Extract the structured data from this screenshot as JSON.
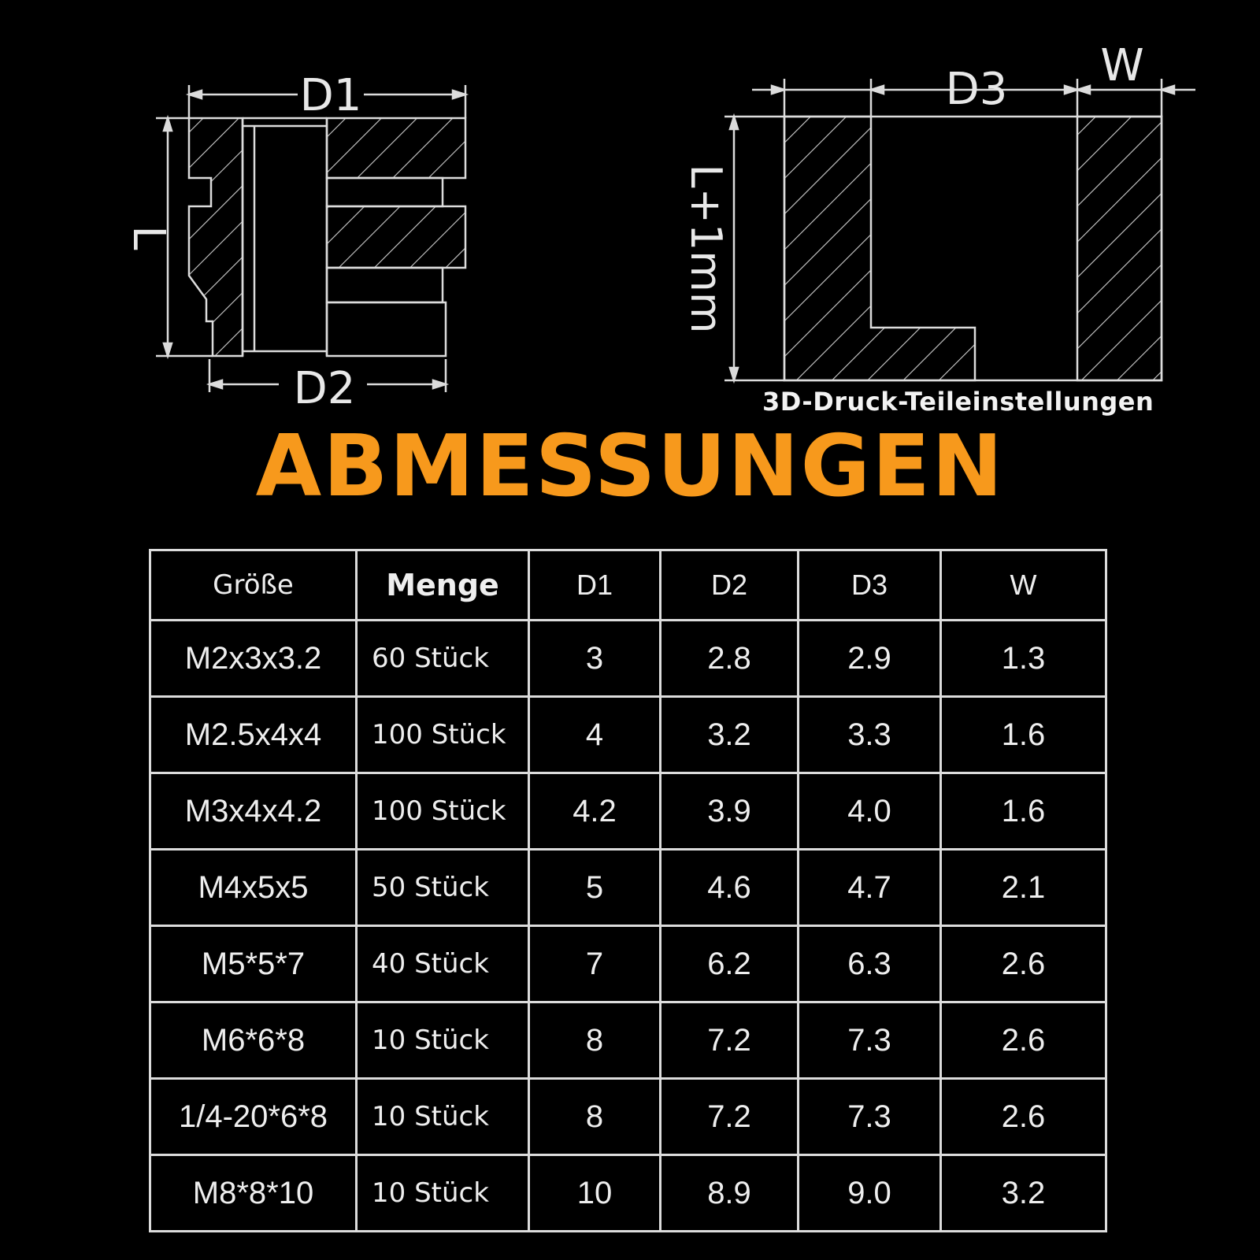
{
  "drawing_left": {
    "labels": {
      "d1": "D1",
      "d2": "D2",
      "l": "L"
    }
  },
  "drawing_right": {
    "labels": {
      "d3": "D3",
      "w": "W",
      "l1": "L+1mm"
    },
    "caption": "3D-Druck-Teileinstellungen"
  },
  "headline": "ABMESSUNGEN",
  "colors": {
    "background": "#000000",
    "accent": "#f7991c",
    "lines": "#dcdcdc"
  },
  "table": {
    "headers": [
      "Größe",
      "Menge",
      "D1",
      "D2",
      "D3",
      "W"
    ],
    "rows": [
      [
        "M2x3x3.2",
        "60 Stück",
        "3",
        "2.8",
        "2.9",
        "1.3"
      ],
      [
        "M2.5x4x4",
        "100 Stück",
        "4",
        "3.2",
        "3.3",
        "1.6"
      ],
      [
        "M3x4x4.2",
        "100 Stück",
        "4.2",
        "3.9",
        "4.0",
        "1.6"
      ],
      [
        "M4x5x5",
        "50 Stück",
        "5",
        "4.6",
        "4.7",
        "2.1"
      ],
      [
        "M5*5*7",
        "40 Stück",
        "7",
        "6.2",
        "6.3",
        "2.6"
      ],
      [
        "M6*6*8",
        "10 Stück",
        "8",
        "7.2",
        "7.3",
        "2.6"
      ],
      [
        "1/4-20*6*8",
        "10 Stück",
        "8",
        "7.2",
        "7.3",
        "2.6"
      ],
      [
        "M8*8*10",
        "10 Stück",
        "10",
        "8.9",
        "9.0",
        "3.2"
      ]
    ]
  }
}
